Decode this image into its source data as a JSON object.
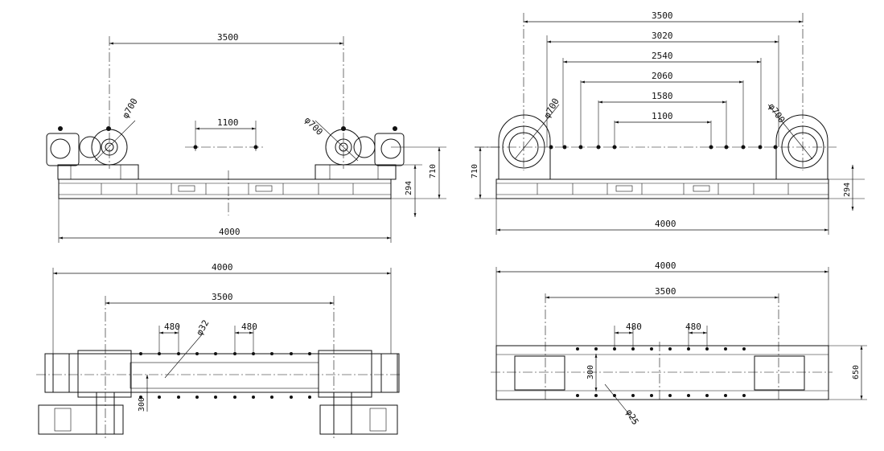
{
  "drawing": {
    "front_view_drive": {
      "dim_top": "3500",
      "dim_spacing": "1100",
      "dim_bottom": "4000",
      "dim_wheel_left": "φ700",
      "dim_wheel_right": "φ700",
      "dim_height_total": "710",
      "dim_height_frame": "294"
    },
    "front_view_idler": {
      "dims_spacing": [
        "3500",
        "3020",
        "2540",
        "2060",
        "1580",
        "1100"
      ],
      "dim_bottom": "4000",
      "dim_wheel_left": "φ700",
      "dim_wheel_right": "φ700",
      "dim_height_total": "710",
      "dim_height_frame": "294"
    },
    "plan_view_drive": {
      "dim_length": "4000",
      "dim_centers": "3500",
      "dim_pitch_left": "480",
      "dim_pitch_right": "480",
      "dim_hole": "φ32",
      "dim_width": "300"
    },
    "plan_view_idler": {
      "dim_length": "4000",
      "dim_centers": "3500",
      "dim_pitch_left": "480",
      "dim_pitch_right": "480",
      "dim_hole": "φ25",
      "dim_width": "300",
      "dim_overall_width": "650"
    }
  }
}
